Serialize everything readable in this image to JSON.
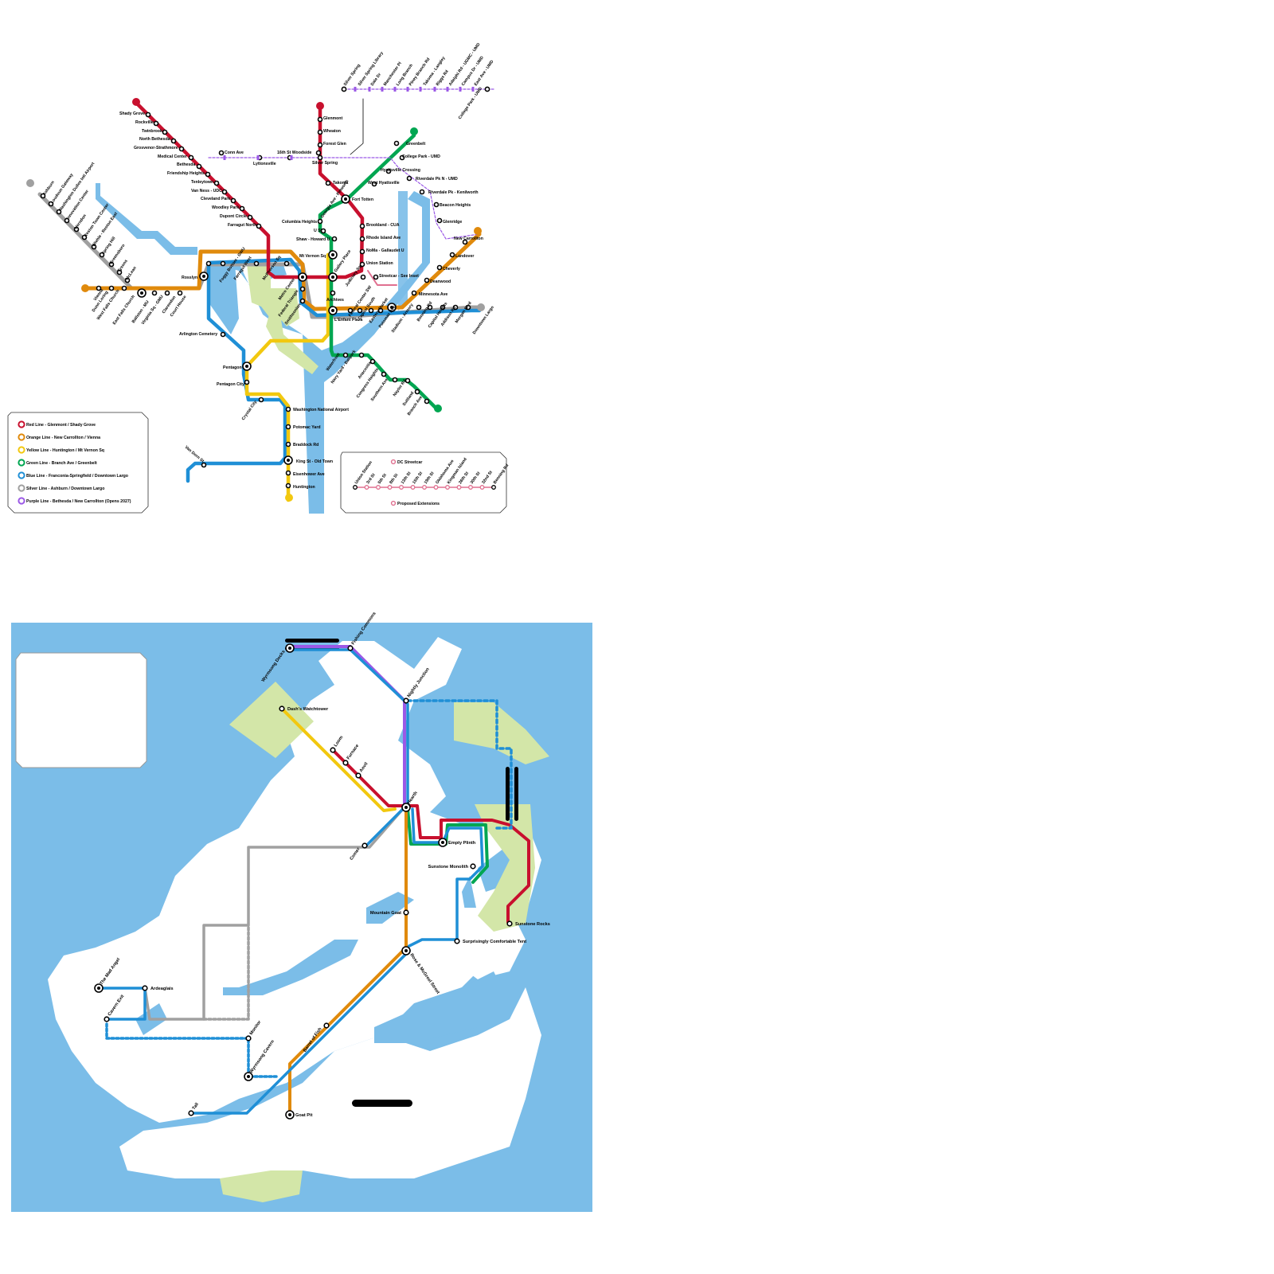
{
  "colors": {
    "red": "#c8102e",
    "orange": "#e08a0c",
    "yellow": "#f2c80f",
    "green": "#00a651",
    "blue": "#1f8fd6",
    "silver": "#a0a0a0",
    "purple": "#9b59e6",
    "streetcar": "#e07090",
    "water": "#7bbde8",
    "park": "#d3e6a8"
  },
  "dc_map": {
    "legend": [
      {
        "color": "red",
        "label": "Red Line - Glenmont / Shady Grove"
      },
      {
        "color": "orange",
        "label": "Orange Line - New Carrollton / Vienna"
      },
      {
        "color": "yellow",
        "label": "Yellow Line - Huntington / Mt Vernon Sq"
      },
      {
        "color": "green",
        "label": "Green Line - Branch Ave / Greenbelt"
      },
      {
        "color": "blue",
        "label": "Blue Line - Franconia-Springfield / Downtown Largo"
      },
      {
        "color": "silver",
        "label": "Silver Line - Ashburn / Downtown Largo"
      },
      {
        "color": "purple",
        "label": "Purple Line - Bethesda / New Carrollton (Opens 2027)"
      }
    ],
    "streetcar_inset": {
      "title": "DC Streetcar",
      "stations": [
        "Union Station",
        "3rd St",
        "5th St",
        "8th St",
        "13th St",
        "15th St",
        "19th St",
        "Oklahoma Ave",
        "Kingman Island",
        "26th St",
        "30th St",
        "32nd St",
        "Benning Rd"
      ],
      "extension_label": "Proposed Extensions"
    },
    "red_line": [
      "Shady Grove",
      "Rockville",
      "Twinbrook",
      "North Bethesda",
      "Grosvenor-Strathmore",
      "Medical Center",
      "Bethesda",
      "Friendship Heights",
      "Tenleytown",
      "Van Ness - UDC",
      "Cleveland Park",
      "Woodley Park",
      "Dupont Circle",
      "Farragut North",
      "Metro Center",
      "Gallery Place",
      "Judiciary Sq",
      "Union Station",
      "NoMa - Gallaudet U",
      "Rhode Island Ave",
      "Brookland - CUA",
      "Fort Totten",
      "Takoma",
      "Silver Spring",
      "Forest Glen",
      "Wheaton",
      "Glenmont"
    ],
    "silver_line": [
      "Ashburn",
      "Loudoun Gateway",
      "Washington Dulles Intl Airport",
      "Innovation Center",
      "Herndon",
      "Reston Town Center",
      "Wiehle - Reston East",
      "Spring Hill",
      "Greensboro",
      "Tysons",
      "McLean"
    ],
    "orange_west": [
      "Vienna",
      "Dunn Loring",
      "West Falls Church",
      "East Falls Church",
      "Ballston - MU",
      "Virginia Sq - GMU",
      "Clarendon",
      "Court House",
      "Rosslyn"
    ],
    "downtown": [
      "Foggy Bottom - GWU",
      "Farragut West",
      "McPherson Sq",
      "Mt Vernon Sq",
      "Metro Center",
      "Federal Triangle",
      "Smithsonian",
      "L'Enfant Plaza",
      "Archives",
      "Gallery Place"
    ],
    "east": [
      "Federal Center SW",
      "Capitol South",
      "Eastern Market",
      "Potomac Ave",
      "Stadium - Armory",
      "Minnesota Ave",
      "Deanwood",
      "Cheverly",
      "Landover",
      "New Carrollton",
      "Benning Rd",
      "Capitol Heights",
      "Addison Rd",
      "Morgan Blvd",
      "Downtown Largo"
    ],
    "green_north": [
      "Greenbelt",
      "College Park - UMD",
      "Hyattsville Crossing",
      "West Hyattsville",
      "Fort Totten",
      "Georgia Ave - Petworth",
      "Columbia Heights",
      "U St",
      "Shaw - Howard U",
      "Mt Vernon Sq"
    ],
    "green_south": [
      "Waterfront",
      "Navy Yard - Ballpark",
      "Anacostia",
      "Congress Heights",
      "Southern Ave",
      "Naylor Rd",
      "Suitland",
      "Branch Ave"
    ],
    "south": [
      "Arlington Cemetery",
      "Pentagon",
      "Pentagon City",
      "Crystal City",
      "Washington National Airport",
      "Potomac Yard",
      "Braddock Rd",
      "King St - Old Town",
      "Eisenhower Ave",
      "Huntington",
      "Van Dorn St"
    ],
    "purple_line": [
      "Conn Ave",
      "Lyttonsville",
      "16th St Woodside",
      "Silver Spring",
      "Silver Spring Library",
      "Dale Dr",
      "Manchester Pl",
      "Long Branch",
      "Piney Branch Rd",
      "Takoma - Langley",
      "Riggs Rd",
      "Adelphi Rd - UGMC - UMD",
      "Campus Dr - UMD",
      "East Ave - UMD",
      "College Park - UMD",
      "Riverdale Pk N - UMD",
      "Riverdale Pk - Kenilworth",
      "Beacon Heights",
      "Glenridge",
      "New Carrollton"
    ],
    "streetcar_main": [
      "Streetcar - See Inset"
    ]
  },
  "fantasy_map": {
    "stations": [
      "Wyrmsong Docks",
      "Fishing Commons",
      "Nightly Junction",
      "Dash's Watchtower",
      "Loom",
      "Furnace",
      "Anvil",
      "Hearth",
      "Comer",
      "Empty Plinth",
      "Sunstone Monolith",
      "Sunstone Rocks",
      "Mountain Goat",
      "Surprisingly Comfortable Tent",
      "Rose & McGreel Street",
      "Barrel of Fish",
      "The Mad Angel",
      "Ardeaglais",
      "Cavern Exit",
      "Monitor",
      "Wyrmsong Cavern",
      "Tall",
      "Goat Pit"
    ]
  }
}
